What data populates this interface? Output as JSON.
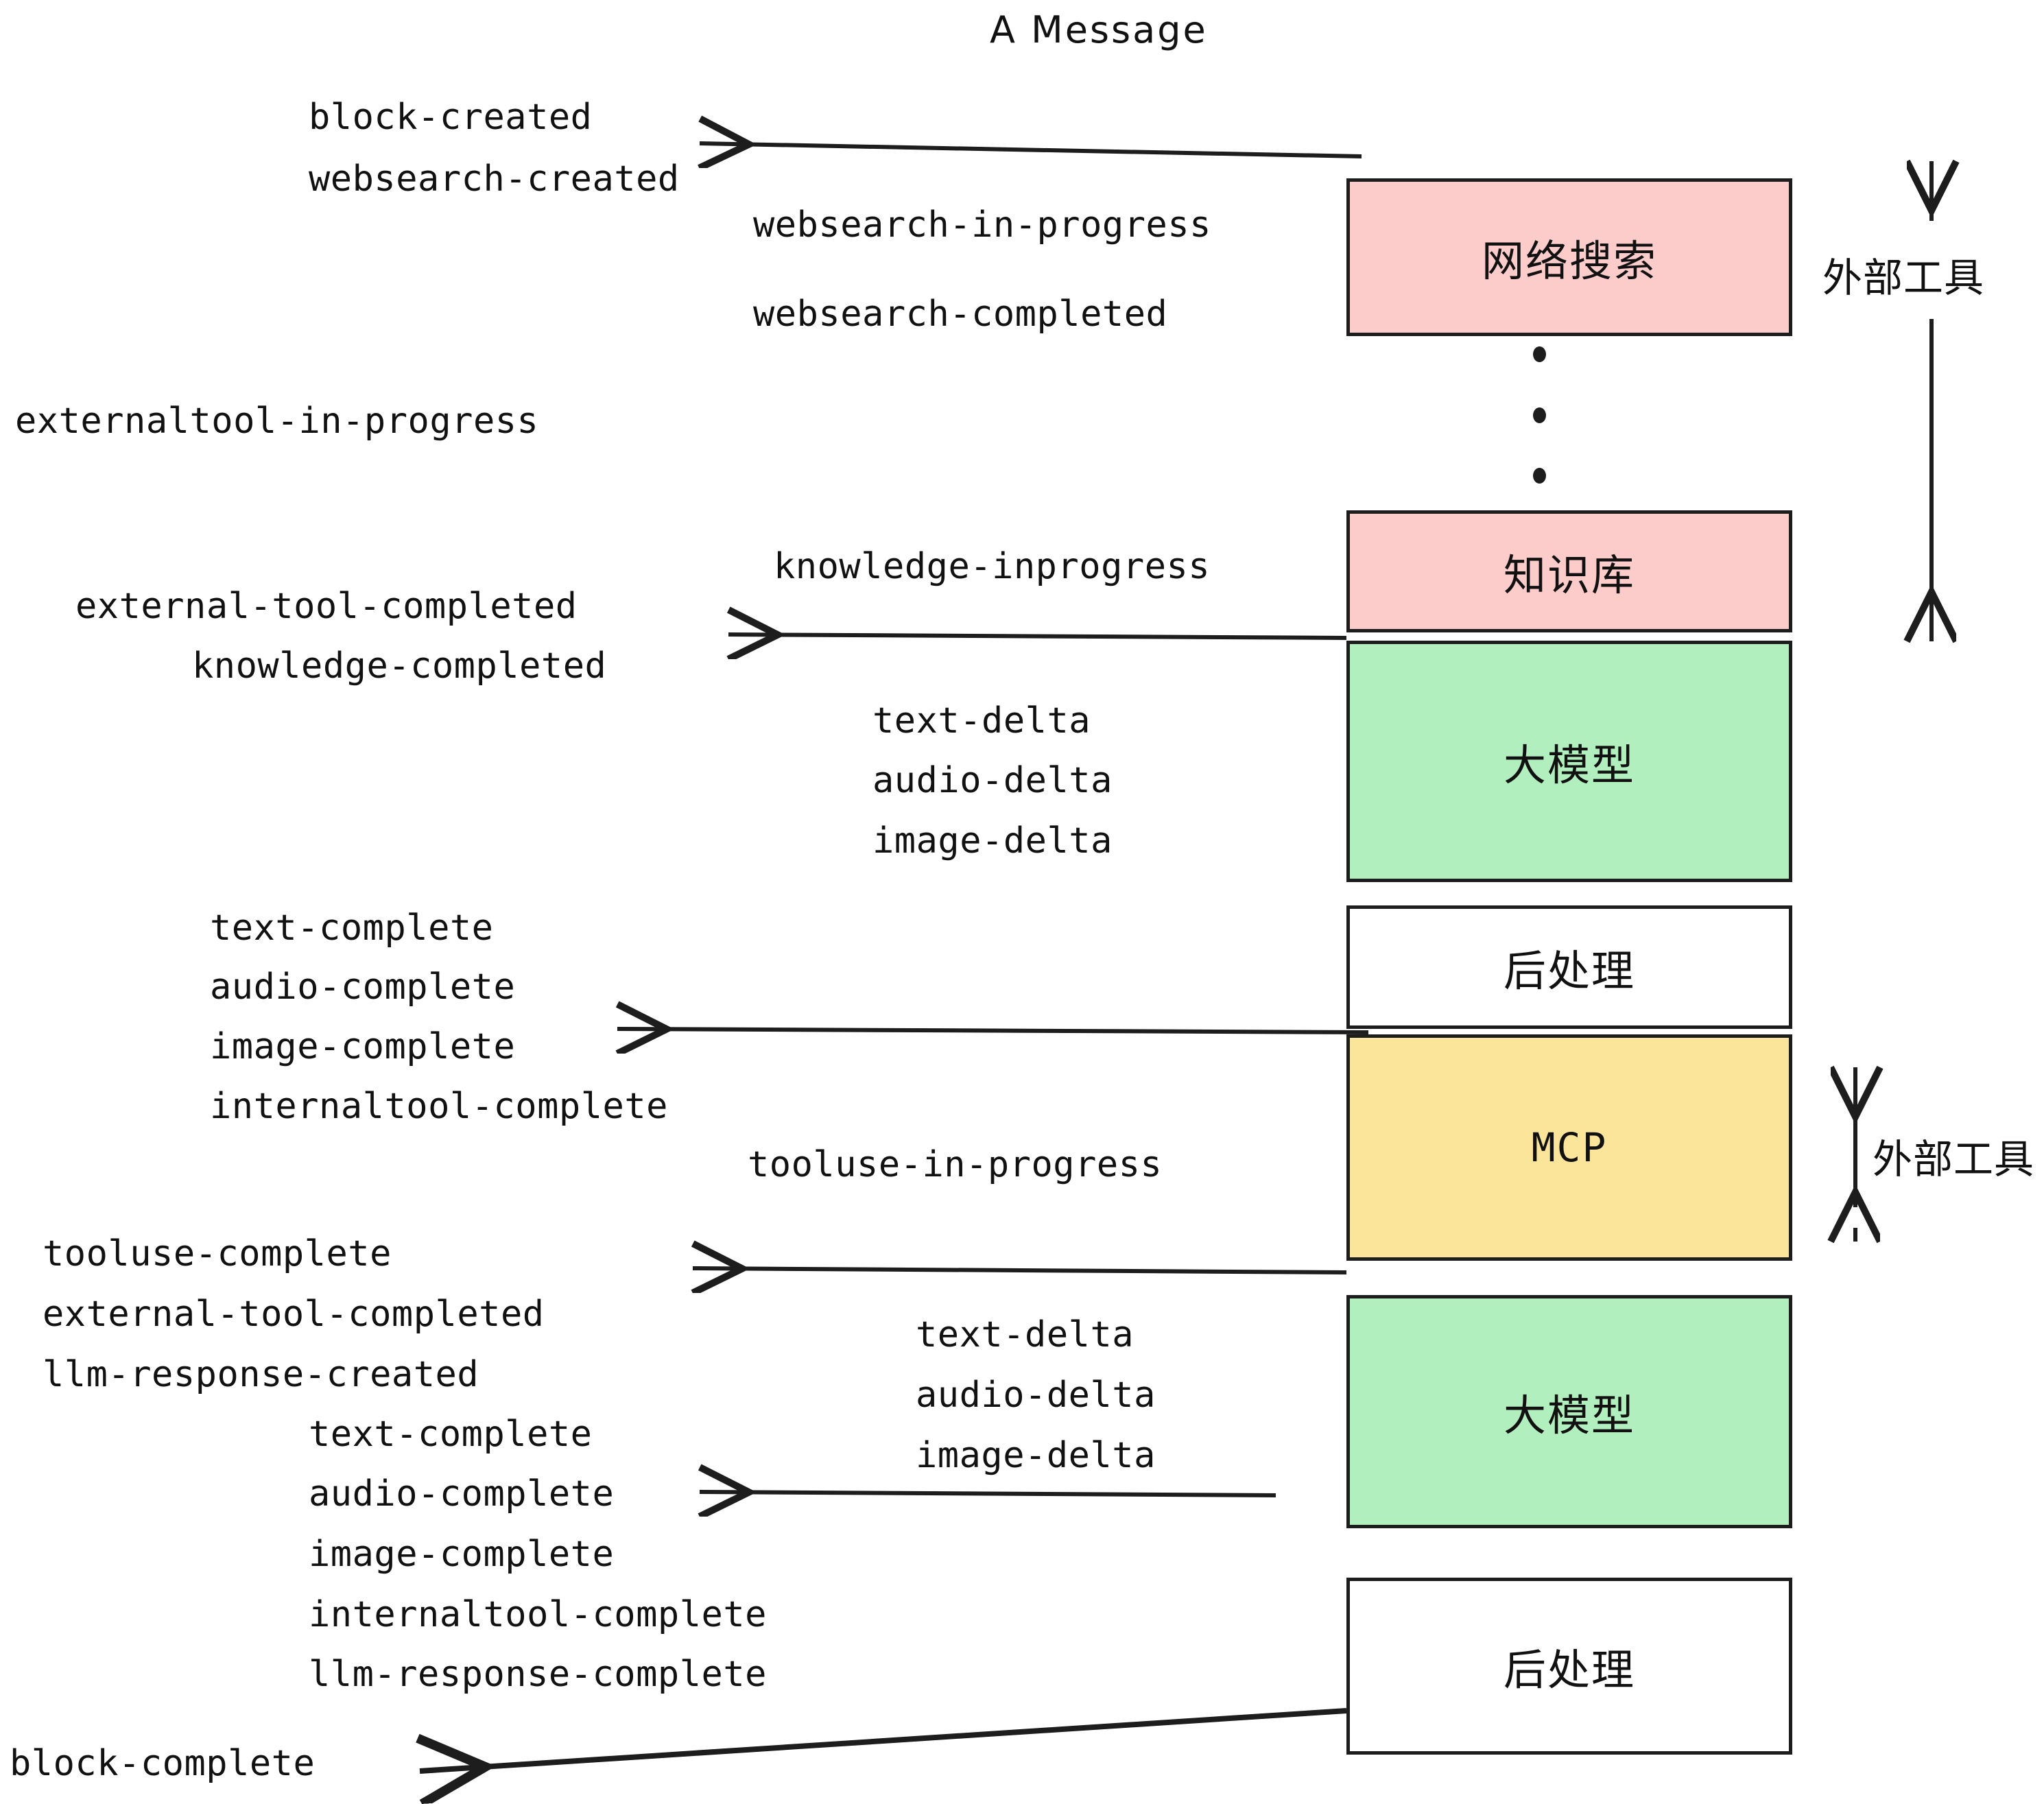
{
  "title": "A Message",
  "colors": {
    "pink": "#FCCCCB",
    "green": "#B2EFBE",
    "yellow": "#FBE59A",
    "white": "#FFFFFF",
    "stroke": "#1D1D1D",
    "text": "#111111",
    "background": "#FFFFFF"
  },
  "boxes": [
    {
      "id": "websearch",
      "label": "网络搜索",
      "fill": "pink"
    },
    {
      "id": "knowledge",
      "label": "知识库",
      "fill": "pink"
    },
    {
      "id": "llm-top",
      "label": "大模型",
      "fill": "green"
    },
    {
      "id": "postprocess-top",
      "label": "后处理",
      "fill": "white"
    },
    {
      "id": "mcp",
      "label": "MCP",
      "fill": "yellow"
    },
    {
      "id": "llm-bottom",
      "label": "大模型",
      "fill": "green"
    },
    {
      "id": "postprocess-bottom",
      "label": "后处理",
      "fill": "white"
    }
  ],
  "side_annotations": [
    {
      "id": "external-tools-top",
      "label": "外部工具"
    },
    {
      "id": "external-tools-bottom",
      "label": "外部工具"
    }
  ],
  "events": {
    "block_created": "block-created",
    "websearch_created": "websearch-created",
    "websearch_in_progress": "websearch-in-progress",
    "websearch_completed": "websearch-completed",
    "externaltool_in_progress": "externaltool-in-progress",
    "knowledge_inprogress": "knowledge-inprogress",
    "external_tool_completed_1": "external-tool-completed",
    "knowledge_completed": "knowledge-completed",
    "text_delta_1": "text-delta",
    "audio_delta_1": "audio-delta",
    "image_delta_1": "image-delta",
    "text_complete_1": "text-complete",
    "audio_complete_1": "audio-complete",
    "image_complete_1": "image-complete",
    "internaltool_complete_1": "internaltool-complete",
    "tooluse_in_progress": "tooluse-in-progress",
    "tooluse_complete": "tooluse-complete",
    "external_tool_completed_2": "external-tool-completed",
    "llm_response_created": "llm-response-created",
    "text_delta_2": "text-delta",
    "audio_delta_2": "audio-delta",
    "image_delta_2": "image-delta",
    "text_complete_2": "text-complete",
    "audio_complete_2": "audio-complete",
    "image_complete_2": "image-complete",
    "internaltool_complete_2": "internaltool-complete",
    "llm_response_complete": "llm-response-complete",
    "block_complete": "block-complete"
  }
}
